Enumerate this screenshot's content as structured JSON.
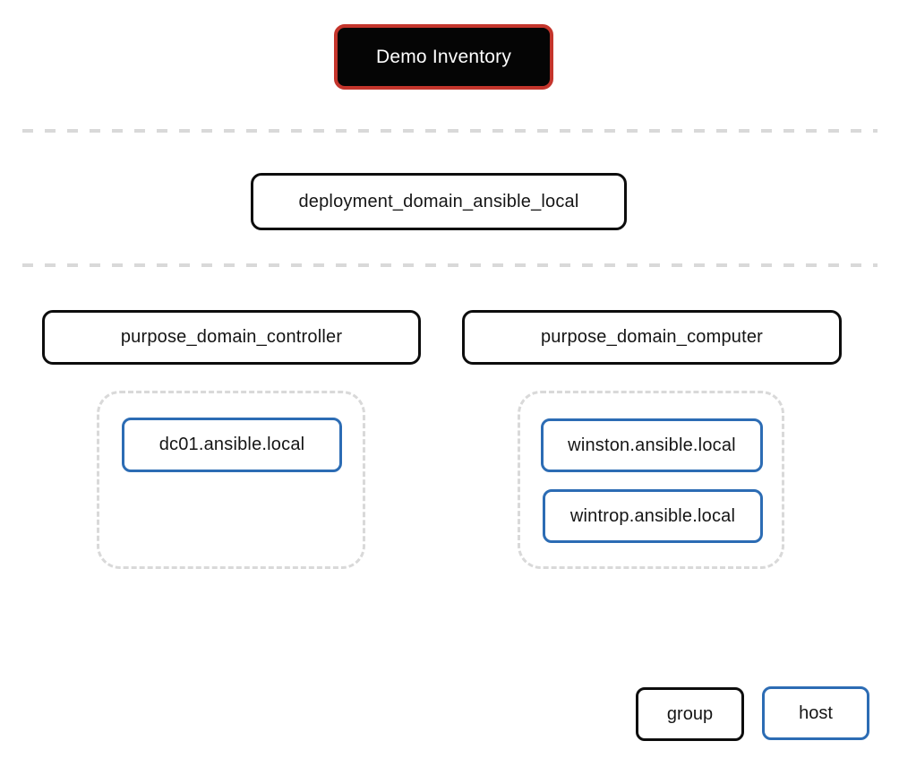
{
  "inventory": {
    "label": "Demo Inventory"
  },
  "tiers": {
    "deployment_group": {
      "label": "deployment_domain_ansible_local"
    },
    "purpose_groups": [
      {
        "label": "purpose_domain_controller",
        "hosts": [
          {
            "label": "dc01.ansible.local"
          }
        ]
      },
      {
        "label": "purpose_domain_computer",
        "hosts": [
          {
            "label": "winston.ansible.local"
          },
          {
            "label": "wintrop.ansible.local"
          }
        ]
      }
    ]
  },
  "legend": {
    "group_label": "group",
    "host_label": "host"
  },
  "colors": {
    "inventory_border_red": "#c4352c",
    "inventory_fill_black": "#050505",
    "group_border_black": "#0d0d0d",
    "host_border_blue": "#2c6cb4",
    "separator_gray": "#d9d9d9",
    "background": "#ffffff"
  }
}
